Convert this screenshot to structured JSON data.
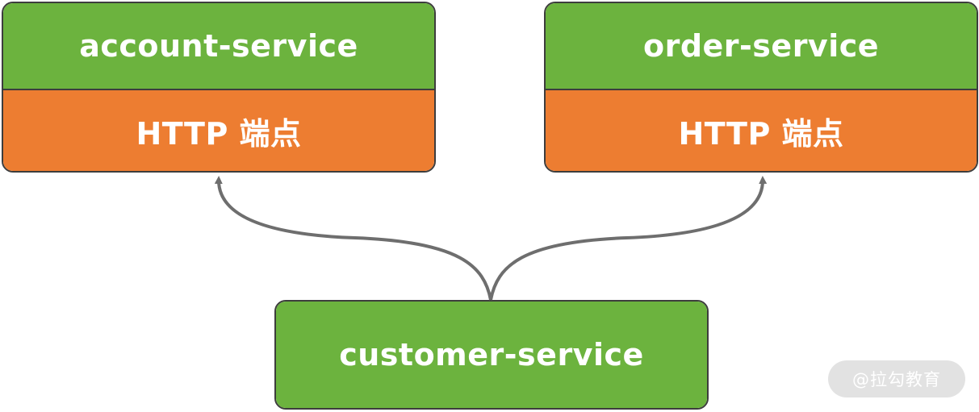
{
  "nodes": {
    "account_service": {
      "title": "account-service",
      "endpoint": "HTTP 端点"
    },
    "order_service": {
      "title": "order-service",
      "endpoint": "HTTP 端点"
    },
    "customer_service": {
      "title": "customer-service"
    }
  },
  "edges": [
    {
      "from": "customer-service",
      "to": "account-service HTTP 端点"
    },
    {
      "from": "customer-service",
      "to": "order-service HTTP 端点"
    }
  ],
  "watermark": "@拉勾教育",
  "colors": {
    "service": "#6cb33e",
    "endpoint": "#ed7d31",
    "border": "#3d3d3d",
    "arrow": "#6e6e6e"
  }
}
